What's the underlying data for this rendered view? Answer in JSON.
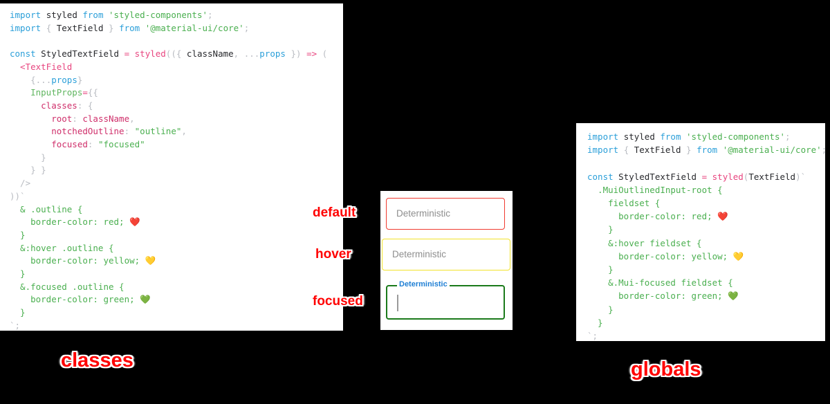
{
  "left_panel": {
    "name": "classes",
    "lines": [
      [
        {
          "t": "import ",
          "c": "t-key"
        },
        {
          "t": "styled ",
          "c": "t-plain"
        },
        {
          "t": "from ",
          "c": "t-key"
        },
        {
          "t": "'styled-components'",
          "c": "t-str"
        },
        {
          "t": ";",
          "c": "t-punc"
        }
      ],
      [
        {
          "t": "import ",
          "c": "t-key"
        },
        {
          "t": "{ ",
          "c": "t-punc"
        },
        {
          "t": "TextField",
          "c": "t-plain"
        },
        {
          "t": " } ",
          "c": "t-punc"
        },
        {
          "t": "from ",
          "c": "t-key"
        },
        {
          "t": "'@material-ui/core'",
          "c": "t-str"
        },
        {
          "t": ";",
          "c": "t-punc"
        }
      ],
      [],
      [
        {
          "t": "const ",
          "c": "t-key"
        },
        {
          "t": "StyledTextField ",
          "c": "t-plain"
        },
        {
          "t": "= ",
          "c": "t-op"
        },
        {
          "t": "styled",
          "c": "t-fn"
        },
        {
          "t": "((",
          "c": "t-punc"
        },
        {
          "t": "{ ",
          "c": "t-punc"
        },
        {
          "t": "className",
          "c": "t-plain"
        },
        {
          "t": ", ",
          "c": "t-punc"
        },
        {
          "t": "...",
          "c": "t-punc"
        },
        {
          "t": "props",
          "c": "t-var"
        },
        {
          "t": " }",
          "c": "t-punc"
        },
        {
          "t": ") ",
          "c": "t-punc"
        },
        {
          "t": "=> ",
          "c": "t-op"
        },
        {
          "t": "(",
          "c": "t-punc"
        }
      ],
      [
        {
          "t": "  <TextField",
          "c": "t-fn"
        }
      ],
      [
        {
          "t": "    {",
          "c": "t-punc"
        },
        {
          "t": "...",
          "c": "t-punc"
        },
        {
          "t": "props",
          "c": "t-var"
        },
        {
          "t": "}",
          "c": "t-punc"
        }
      ],
      [
        {
          "t": "    InputProps",
          "c": "t-attr"
        },
        {
          "t": "=",
          "c": "t-op"
        },
        {
          "t": "{{",
          "c": "t-punc"
        }
      ],
      [
        {
          "t": "      classes",
          "c": "t-prop"
        },
        {
          "t": ": ",
          "c": "t-punc"
        },
        {
          "t": "{",
          "c": "t-punc"
        }
      ],
      [
        {
          "t": "        root",
          "c": "t-prop"
        },
        {
          "t": ": ",
          "c": "t-punc"
        },
        {
          "t": "className",
          "c": "t-prop"
        },
        {
          "t": ",",
          "c": "t-punc"
        }
      ],
      [
        {
          "t": "        notchedOutline",
          "c": "t-prop"
        },
        {
          "t": ": ",
          "c": "t-punc"
        },
        {
          "t": "\"outline\"",
          "c": "t-str"
        },
        {
          "t": ",",
          "c": "t-punc"
        }
      ],
      [
        {
          "t": "        focused",
          "c": "t-prop"
        },
        {
          "t": ": ",
          "c": "t-punc"
        },
        {
          "t": "\"focused\"",
          "c": "t-str"
        }
      ],
      [
        {
          "t": "      }",
          "c": "t-punc"
        }
      ],
      [
        {
          "t": "    } }",
          "c": "t-punc"
        }
      ],
      [
        {
          "t": "  />",
          "c": "t-punc"
        }
      ],
      [
        {
          "t": "))`",
          "c": "t-punc"
        }
      ],
      [
        {
          "t": "  & .outline {",
          "c": "t-css"
        }
      ],
      [
        {
          "t": "    border-color: red; ",
          "c": "t-css"
        },
        {
          "t": "❤️",
          "c": "emoji"
        }
      ],
      [
        {
          "t": "  }",
          "c": "t-css"
        }
      ],
      [
        {
          "t": "  &:hover .outline {",
          "c": "t-css"
        }
      ],
      [
        {
          "t": "    border-color: yellow; ",
          "c": "t-css"
        },
        {
          "t": "💛",
          "c": "emoji"
        }
      ],
      [
        {
          "t": "  }",
          "c": "t-css"
        }
      ],
      [
        {
          "t": "  &.focused .outline {",
          "c": "t-css"
        }
      ],
      [
        {
          "t": "    border-color: green; ",
          "c": "t-css"
        },
        {
          "t": "💚",
          "c": "emoji"
        }
      ],
      [
        {
          "t": "  }",
          "c": "t-css"
        }
      ],
      [
        {
          "t": "`;",
          "c": "t-punc"
        }
      ]
    ]
  },
  "right_panel": {
    "name": "globals",
    "lines": [
      [
        {
          "t": "import ",
          "c": "t-key"
        },
        {
          "t": "styled ",
          "c": "t-plain"
        },
        {
          "t": "from ",
          "c": "t-key"
        },
        {
          "t": "'styled-components'",
          "c": "t-str"
        },
        {
          "t": ";",
          "c": "t-punc"
        }
      ],
      [
        {
          "t": "import ",
          "c": "t-key"
        },
        {
          "t": "{ ",
          "c": "t-punc"
        },
        {
          "t": "TextField",
          "c": "t-plain"
        },
        {
          "t": " } ",
          "c": "t-punc"
        },
        {
          "t": "from ",
          "c": "t-key"
        },
        {
          "t": "'@material-ui/core'",
          "c": "t-str"
        },
        {
          "t": ";",
          "c": "t-punc"
        }
      ],
      [],
      [
        {
          "t": "const ",
          "c": "t-key"
        },
        {
          "t": "StyledTextField ",
          "c": "t-plain"
        },
        {
          "t": "= ",
          "c": "t-op"
        },
        {
          "t": "styled",
          "c": "t-fn"
        },
        {
          "t": "(",
          "c": "t-punc"
        },
        {
          "t": "TextField",
          "c": "t-plain"
        },
        {
          "t": ")`",
          "c": "t-punc"
        }
      ],
      [
        {
          "t": "  .MuiOutlinedInput-root {",
          "c": "t-css"
        }
      ],
      [
        {
          "t": "    fieldset {",
          "c": "t-css"
        }
      ],
      [
        {
          "t": "      border-color: red; ",
          "c": "t-css"
        },
        {
          "t": "❤️",
          "c": "emoji"
        }
      ],
      [
        {
          "t": "    }",
          "c": "t-css"
        }
      ],
      [
        {
          "t": "    &:hover fieldset {",
          "c": "t-css"
        }
      ],
      [
        {
          "t": "      border-color: yellow; ",
          "c": "t-css"
        },
        {
          "t": "💛",
          "c": "emoji"
        }
      ],
      [
        {
          "t": "    }",
          "c": "t-css"
        }
      ],
      [
        {
          "t": "    &.Mui-focused fieldset {",
          "c": "t-css"
        }
      ],
      [
        {
          "t": "      border-color: green; ",
          "c": "t-css"
        },
        {
          "t": "💚",
          "c": "emoji"
        }
      ],
      [
        {
          "t": "    }",
          "c": "t-css"
        }
      ],
      [
        {
          "t": "  }",
          "c": "t-css"
        }
      ],
      [
        {
          "t": "`;",
          "c": "t-punc"
        }
      ]
    ]
  },
  "demo": {
    "fields": {
      "default": {
        "label": "Deterministic",
        "border_color": "#f03a2f",
        "state": "default"
      },
      "hover": {
        "label": "Deterministic",
        "border_color": "#f2e32a",
        "state": "hover"
      },
      "focused": {
        "label": "Deterministic",
        "border_color": "#1a7a1a",
        "label_color": "#1f7fd4",
        "state": "focused",
        "value": ""
      }
    }
  },
  "annotations": {
    "default": "default",
    "hover": "hover",
    "focused": "focused",
    "classes": "classes",
    "globals": "globals"
  }
}
